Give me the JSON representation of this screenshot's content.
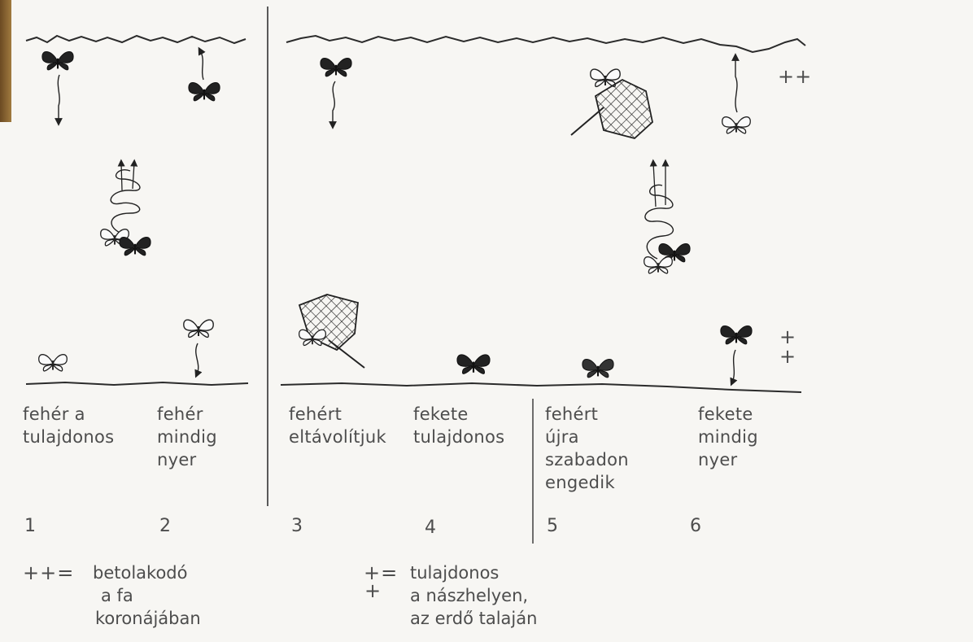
{
  "columns": [
    {
      "number": "1",
      "caption": [
        "fehér a",
        "tulajdonos"
      ]
    },
    {
      "number": "2",
      "caption": [
        "fehér",
        "mindig",
        "nyer"
      ]
    },
    {
      "number": "3",
      "caption": [
        "fehért",
        "eltávolítjuk"
      ]
    },
    {
      "number": "4",
      "caption": [
        "fekete",
        "tulajdonos"
      ]
    },
    {
      "number": "5",
      "caption": [
        "fehért",
        "újra",
        "szabadon",
        "engedik"
      ]
    },
    {
      "number": "6",
      "caption": [
        "fekete",
        "mindig",
        "nyer"
      ]
    }
  ],
  "markers": {
    "canopy": "++",
    "floor_top": "+",
    "floor_bottom": "+"
  },
  "legend": {
    "intruder_symbol": "++=",
    "intruder_text": [
      "betolakodó",
      "a fa",
      "koronájában"
    ],
    "owner_symbol_top": "+=",
    "owner_symbol_bottom": "+",
    "owner_text": [
      "tulajdonos",
      "a nászhelyen,",
      "az erdő talaján"
    ]
  },
  "colors": {
    "ink": "#2b2b2b",
    "paper": "#f7f6f3"
  }
}
